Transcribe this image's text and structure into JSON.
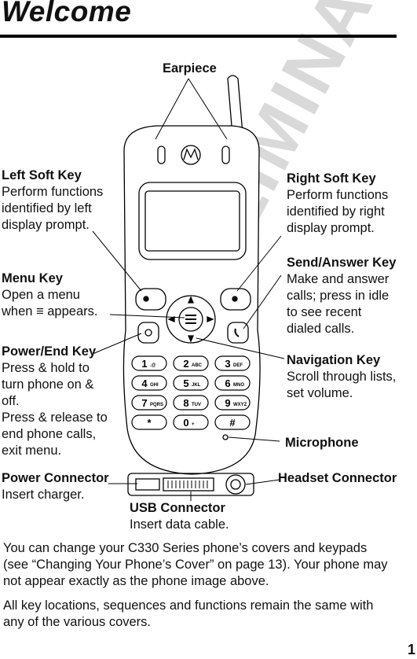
{
  "title": "Welcome",
  "watermark": "PRELIMINARY",
  "callouts": {
    "earpiece": "Earpiece",
    "left_soft_key": {
      "title": "Left Soft Key",
      "lines": [
        "Perform functions",
        "identified by left",
        "display prompt."
      ]
    },
    "right_soft_key": {
      "title": "Right Soft Key",
      "lines": [
        "Perform functions",
        "identified by right",
        "display prompt."
      ]
    },
    "menu_key": {
      "title": "Menu Key",
      "lines": [
        "Open a menu",
        "when ≡ appears."
      ]
    },
    "send_answer_key": {
      "title": "Send/Answer Key",
      "lines": [
        "Make and answer",
        "calls; press in idle",
        "to see recent",
        "dialed calls."
      ]
    },
    "power_end_key": {
      "title": "Power/End Key",
      "lines": [
        "Press & hold to",
        "turn phone on &",
        "off.",
        "Press & release to",
        "end phone calls,",
        "exit menu."
      ]
    },
    "navigation_key": {
      "title": "Navigation Key",
      "lines": [
        "Scroll through lists,",
        "set volume."
      ]
    },
    "microphone": "Microphone",
    "power_connector": {
      "title": "Power Connector",
      "lines": [
        "Insert charger."
      ]
    },
    "headset_connector": "Headset Connector",
    "usb_connector": {
      "title": "USB Connector",
      "lines": [
        "Insert data cable."
      ]
    }
  },
  "keypad": [
    {
      "digit": "1",
      "letters": ".@"
    },
    {
      "digit": "2",
      "letters": "ABC"
    },
    {
      "digit": "3",
      "letters": "DEF"
    },
    {
      "digit": "4",
      "letters": "GHI"
    },
    {
      "digit": "5",
      "letters": "JKL"
    },
    {
      "digit": "6",
      "letters": "MNO"
    },
    {
      "digit": "7",
      "letters": "PQRS"
    },
    {
      "digit": "8",
      "letters": "TUV"
    },
    {
      "digit": "9",
      "letters": "WXYZ"
    },
    {
      "digit": "*",
      "letters": ""
    },
    {
      "digit": "0",
      "letters": "+"
    },
    {
      "digit": "#",
      "letters": ""
    }
  ],
  "paragraphs": [
    "You can change your C330 Series phone’s covers and keypads (see “Changing Your Phone’s Cover” on page 13). Your phone may not appear exactly as the phone image above.",
    "All key locations, sequences and functions remain the same with any of the various covers."
  ],
  "page_number": "1"
}
